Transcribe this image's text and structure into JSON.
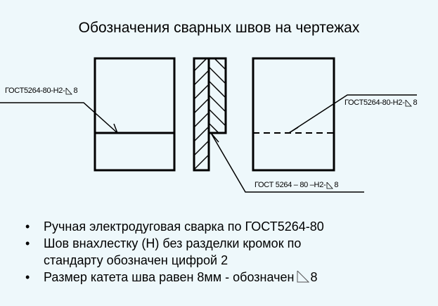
{
  "title": "Обозначения сварных швов  на чертежах",
  "labels": {
    "left": {
      "prefix": "ГОСТ5264-80-Н2-",
      "suffix": "8"
    },
    "right": {
      "prefix": "ГОСТ5264-80-Н2-",
      "suffix": "8"
    },
    "middle": {
      "prefix": "ГОСТ 5264 – 80 –Н2- ",
      "suffix": "8"
    }
  },
  "weld_symbol_icon": "fillet-weld-triangle-icon",
  "bullets": [
    {
      "text": "Ручная электродуговая сварка по ГОСТ5264-80"
    },
    {
      "line1": "Шов внахлестку (Н) без разделки кромок по",
      "line2": "стандарту обозначен цифрой 2"
    },
    {
      "prefix": "Размер катета шва равен 8мм - обозначен",
      "suffix": "8"
    }
  ],
  "bullet_char": "•"
}
